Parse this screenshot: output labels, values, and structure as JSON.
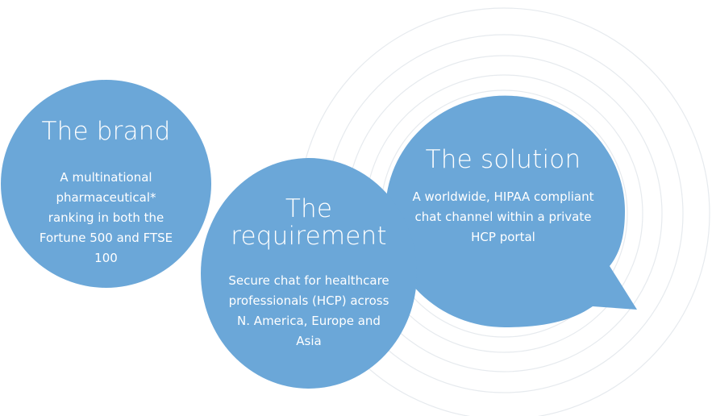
{
  "colors": {
    "circle_fill": "#6ba7d8",
    "ring_stroke": "#e6eaee",
    "text": "#ffffff"
  },
  "brand": {
    "title": "The brand",
    "description": "A multinational pharmaceutical* ranking in both the Fortune 500 and FTSE 100"
  },
  "requirement": {
    "title": "The requirement",
    "description": "Secure chat for healthcare professionals (HCP) across N. America, Europe and Asia"
  },
  "solution": {
    "title": "The solution",
    "description": "A worldwide, HIPAA compliant chat channel within a private HCP portal"
  }
}
